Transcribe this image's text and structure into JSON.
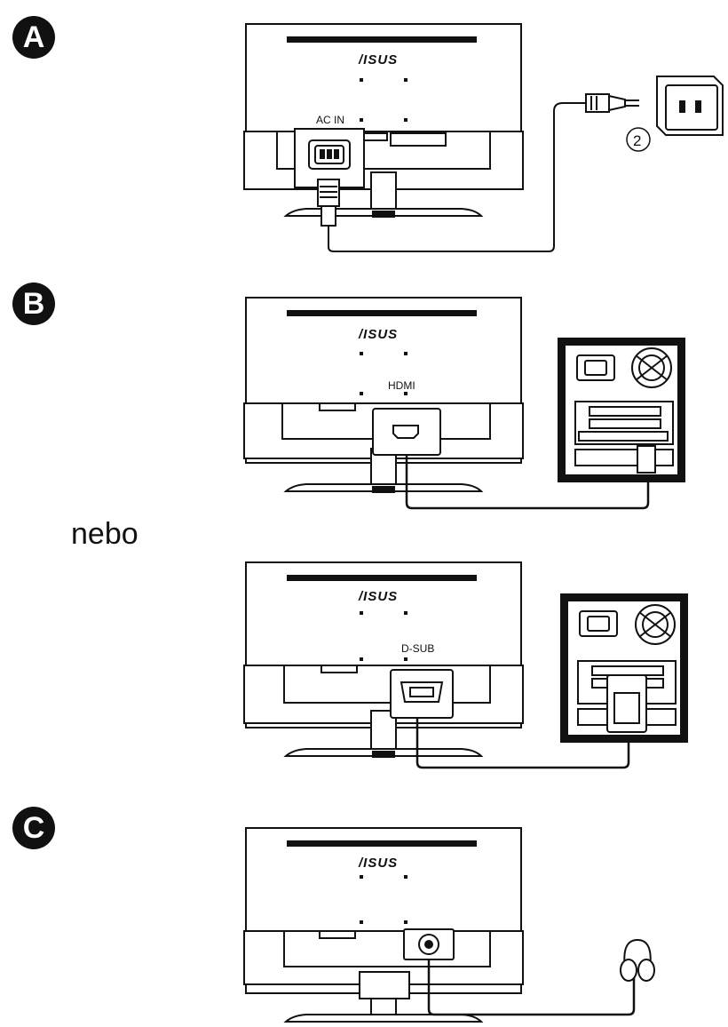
{
  "steps": {
    "a": "A",
    "b": "B",
    "c": "C"
  },
  "or_text": "nebo",
  "monitor": {
    "logo": "/ISUS"
  },
  "labels": {
    "ac_in": "AC IN",
    "hdmi": "HDMI",
    "dsub": "D-SUB",
    "outlet_step": "2"
  },
  "colors": {
    "ink": "#111111",
    "paper": "#ffffff"
  }
}
